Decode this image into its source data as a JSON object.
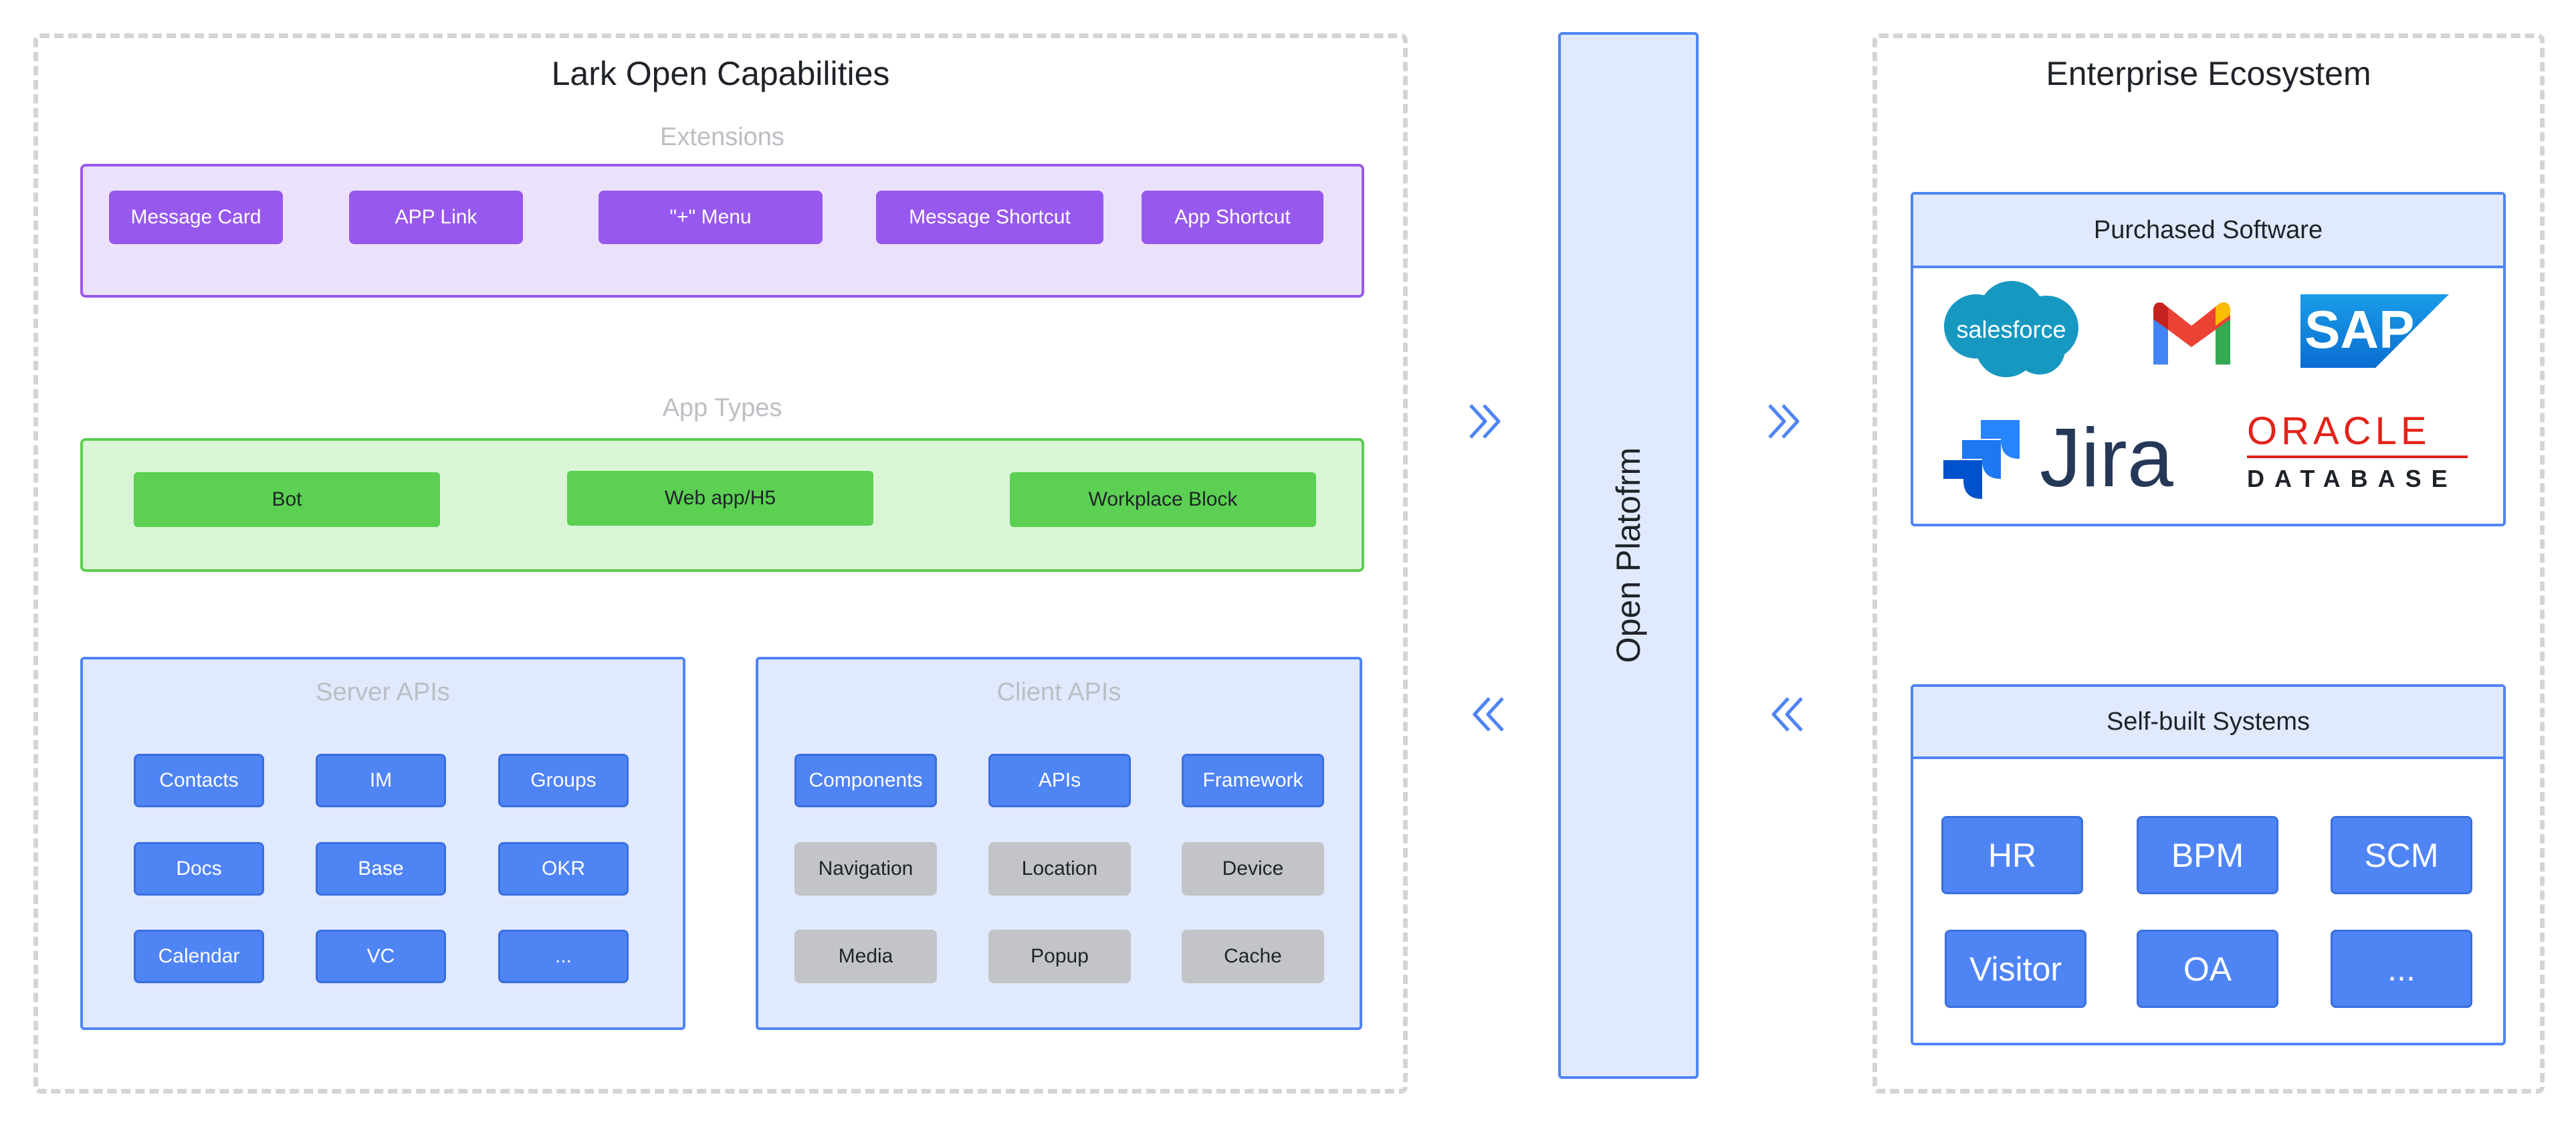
{
  "left_panel": {
    "title": "Lark Open Capabilities",
    "extensions": {
      "label": "Extensions",
      "items": [
        "Message Card",
        "APP Link",
        "\"+\" Menu",
        "Message Shortcut",
        "App Shortcut"
      ]
    },
    "app_types": {
      "label": "App Types",
      "items": [
        "Bot",
        "Web app/H5",
        "Workplace Block"
      ]
    },
    "server_apis": {
      "label": "Server APIs",
      "items": [
        "Contacts",
        "IM",
        "Groups",
        "Docs",
        "Base",
        "OKR",
        "Calendar",
        "VC",
        "..."
      ]
    },
    "client_apis": {
      "label": "Client APIs",
      "items": [
        "Components",
        "APIs",
        "Framework",
        "Navigation",
        "Location",
        "Device",
        "Media",
        "Popup",
        "Cache"
      ]
    }
  },
  "platform": {
    "label": "Open Platofrm"
  },
  "right_panel": {
    "title": "Enterprise Ecosystem",
    "purchased": {
      "label": "Purchased Software",
      "logos": {
        "salesforce": "salesforce",
        "gmail": "M",
        "sap": "SAP",
        "jira": "Jira",
        "oracle_top": "ORACLE",
        "oracle_bottom": "DATABASE"
      }
    },
    "self_built": {
      "label": "Self-built Systems",
      "items": [
        "HR",
        "BPM",
        "SCM",
        "Visitor",
        "OA",
        "..."
      ]
    }
  },
  "colors": {
    "accent_blue": "#4f84f5",
    "extension_purple": "#9758ee",
    "app_green": "#5bd052",
    "neutral_gray": "#c2c4c8"
  },
  "icons": [
    "chevron-double-right-icon",
    "chevron-double-left-icon"
  ]
}
